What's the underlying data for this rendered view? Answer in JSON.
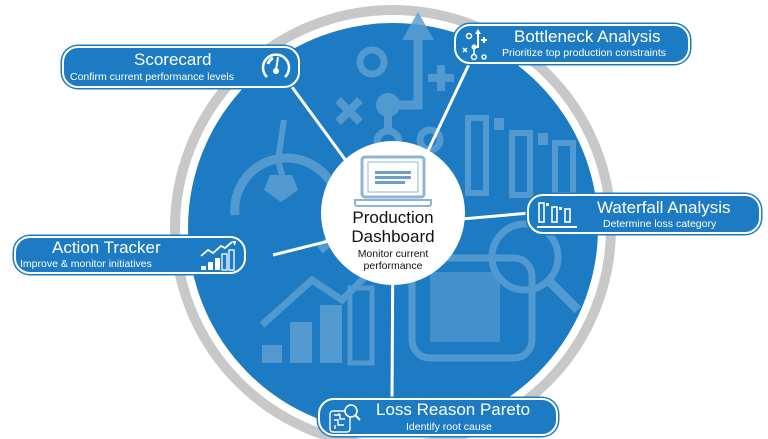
{
  "colors": {
    "primary": "#1c7bc2",
    "ring": "#c8c8c8",
    "watermark": "#5c9fd3",
    "center_fill": "#ffffff"
  },
  "center": {
    "title_line1": "Production",
    "title_line2": "Dashboard",
    "subtitle_line1": "Monitor current",
    "subtitle_line2": "performance",
    "icon": "laptop-icon"
  },
  "nodes": {
    "scorecard": {
      "title": "Scorecard",
      "subtitle": "Confirm current performance levels",
      "icon": "gauge-icon"
    },
    "bottleneck": {
      "title": "Bottleneck Analysis",
      "subtitle": "Prioritize top production constraints",
      "icon": "strategy-play-icon"
    },
    "waterfall": {
      "title": "Waterfall Analysis",
      "subtitle": "Determine loss category",
      "icon": "waterfall-chart-icon"
    },
    "action": {
      "title": "Action Tracker",
      "subtitle": "Improve & monitor initiatives",
      "icon": "trend-bars-icon"
    },
    "pareto": {
      "title": "Loss Reason Pareto",
      "subtitle": "Identify root cause",
      "icon": "circuit-magnifier-icon"
    }
  }
}
